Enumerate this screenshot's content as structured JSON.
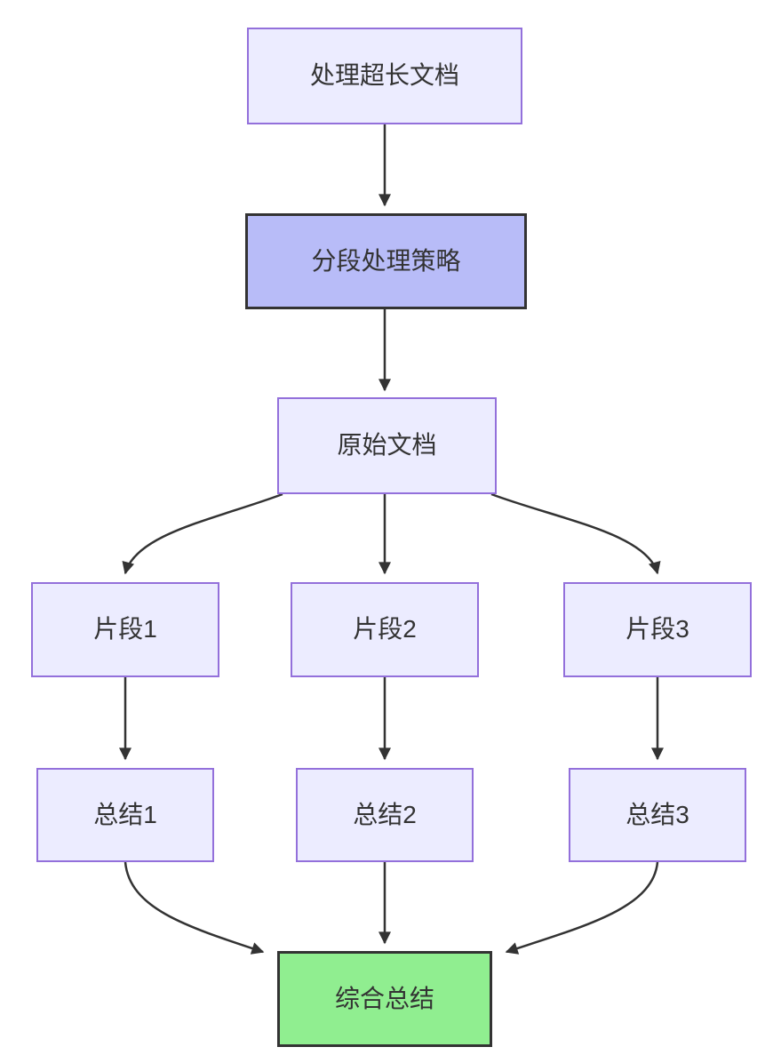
{
  "diagram": {
    "type": "flowchart",
    "direction": "top-down",
    "nodes": {
      "process_doc": {
        "label": "处理超长文档",
        "style": "default"
      },
      "strategy": {
        "label": "分段处理策略",
        "style": "highlight-purple"
      },
      "original_doc": {
        "label": "原始文档",
        "style": "default"
      },
      "segment1": {
        "label": "片段1",
        "style": "default"
      },
      "segment2": {
        "label": "片段2",
        "style": "default"
      },
      "segment3": {
        "label": "片段3",
        "style": "default"
      },
      "summary1": {
        "label": "总结1",
        "style": "default"
      },
      "summary2": {
        "label": "总结2",
        "style": "default"
      },
      "summary3": {
        "label": "总结3",
        "style": "default"
      },
      "final_summary": {
        "label": "综合总结",
        "style": "highlight-green"
      }
    },
    "edges": [
      {
        "from": "process_doc",
        "to": "strategy"
      },
      {
        "from": "strategy",
        "to": "original_doc"
      },
      {
        "from": "original_doc",
        "to": "segment1"
      },
      {
        "from": "original_doc",
        "to": "segment2"
      },
      {
        "from": "original_doc",
        "to": "segment3"
      },
      {
        "from": "segment1",
        "to": "summary1"
      },
      {
        "from": "segment2",
        "to": "summary2"
      },
      {
        "from": "segment3",
        "to": "summary3"
      },
      {
        "from": "summary1",
        "to": "final_summary"
      },
      {
        "from": "summary2",
        "to": "final_summary"
      },
      {
        "from": "summary3",
        "to": "final_summary"
      }
    ],
    "colors": {
      "background": "#FFFFFF",
      "default_fill": "#ECECFF",
      "default_border": "#9370DB",
      "highlight_purple_fill": "#B8BCF8",
      "highlight_green_fill": "#90EE90",
      "highlight_border": "#333333",
      "edge_color": "#333333",
      "text_color": "#333333"
    }
  }
}
